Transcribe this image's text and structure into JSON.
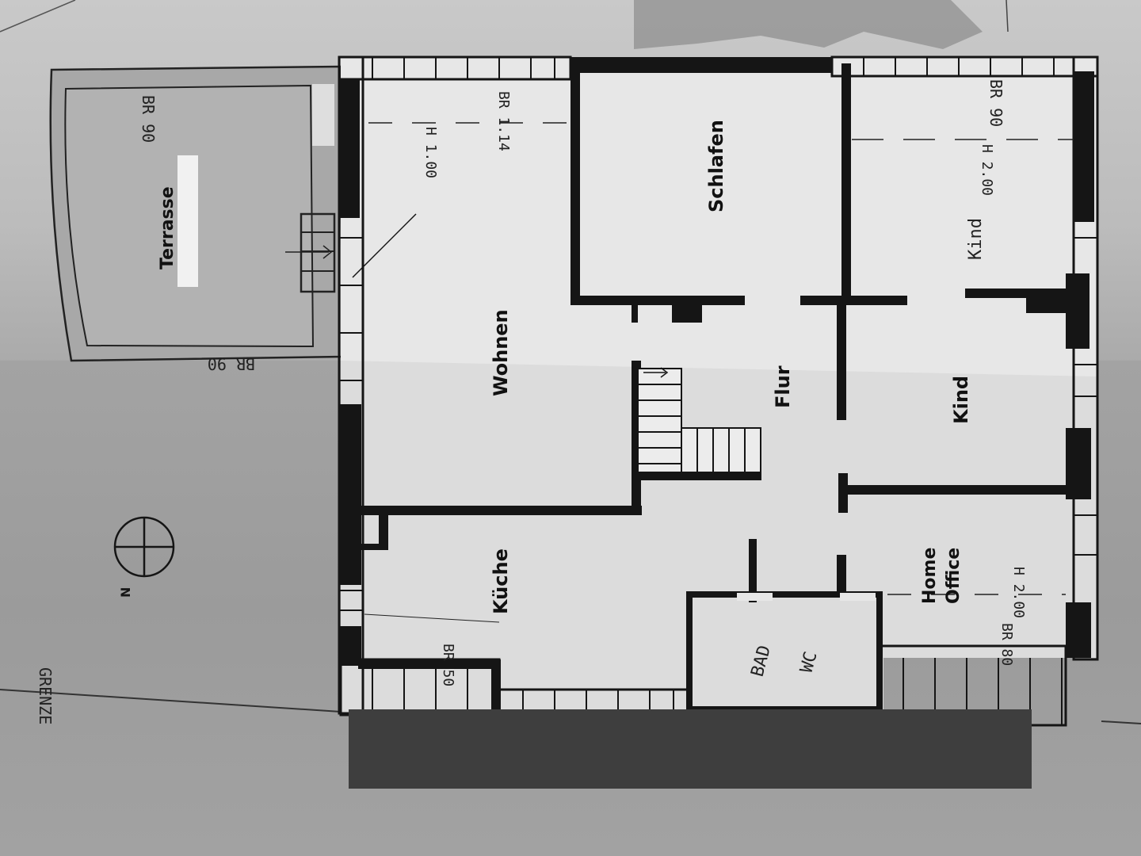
{
  "rooms": {
    "terrace": "Terrasse",
    "bedroom": "Schlafen",
    "child1": "Kind",
    "living": "Wohnen",
    "hall": "Flur",
    "child2": "Kind",
    "kitchen": "Küche",
    "office_line1": "Home",
    "office_line2": "Office",
    "bath_line1": "BAD",
    "bath_line2": "WC"
  },
  "annotations": {
    "br90_terrace_top": "BR 90",
    "br90_terrace_bottom": "BR 90",
    "br90_child": "BR 90",
    "br114": "BR 1.14",
    "h100": "H 1.00",
    "h200_child": "H 2.00",
    "h200_office": "H 2.00",
    "br50": "BR 50",
    "br80": "BR 80",
    "grenze": "GRENZE"
  },
  "compass": {
    "north_label": "N"
  },
  "colors": {
    "wall": "#151515",
    "line": "#1a1a1a",
    "label_bg": "#eeeeee",
    "slab": "#3e3e3e"
  }
}
